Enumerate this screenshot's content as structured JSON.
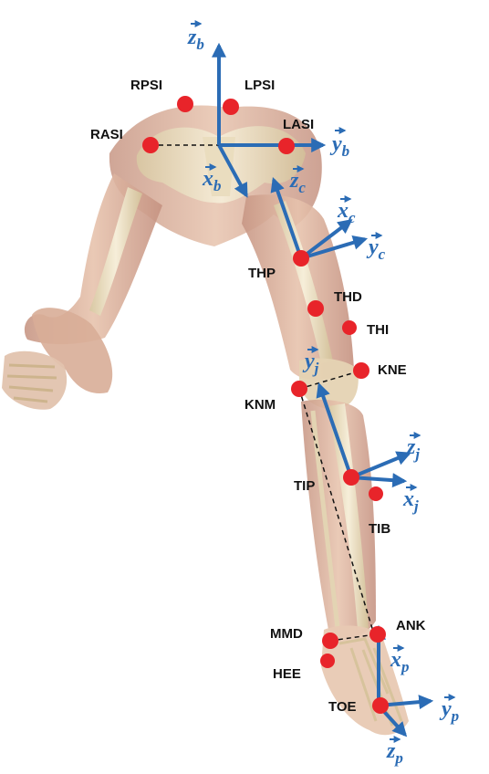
{
  "colors": {
    "marker": "#e8242a",
    "axis": "#2b6cb5",
    "skin": "#e8c7b0",
    "muscle": "#c79684",
    "bone": "#efe3c7",
    "label": "#111111"
  },
  "markers": [
    {
      "id": "RPSI",
      "label": "RPSI"
    },
    {
      "id": "LPSI",
      "label": "LPSI"
    },
    {
      "id": "RASI",
      "label": "RASI"
    },
    {
      "id": "LASI",
      "label": "LASI"
    },
    {
      "id": "THP",
      "label": "THP"
    },
    {
      "id": "THD",
      "label": "THD"
    },
    {
      "id": "THI",
      "label": "THI"
    },
    {
      "id": "KNE",
      "label": "KNE"
    },
    {
      "id": "KNM",
      "label": "KNM"
    },
    {
      "id": "TIP",
      "label": "TIP"
    },
    {
      "id": "TIB",
      "label": "TIB"
    },
    {
      "id": "ANK",
      "label": "ANK"
    },
    {
      "id": "MMD",
      "label": "MMD"
    },
    {
      "id": "HEE",
      "label": "HEE"
    },
    {
      "id": "TOE",
      "label": "TOE"
    }
  ],
  "frames": {
    "b": {
      "x": "x",
      "y": "y",
      "z": "z",
      "sub": "b"
    },
    "c": {
      "x": "x",
      "y": "y",
      "z": "z",
      "sub": "c"
    },
    "j": {
      "x": "x",
      "y": "y",
      "z": "z",
      "sub": "j"
    },
    "p": {
      "x": "x",
      "y": "y",
      "z": "z",
      "sub": "p"
    }
  }
}
